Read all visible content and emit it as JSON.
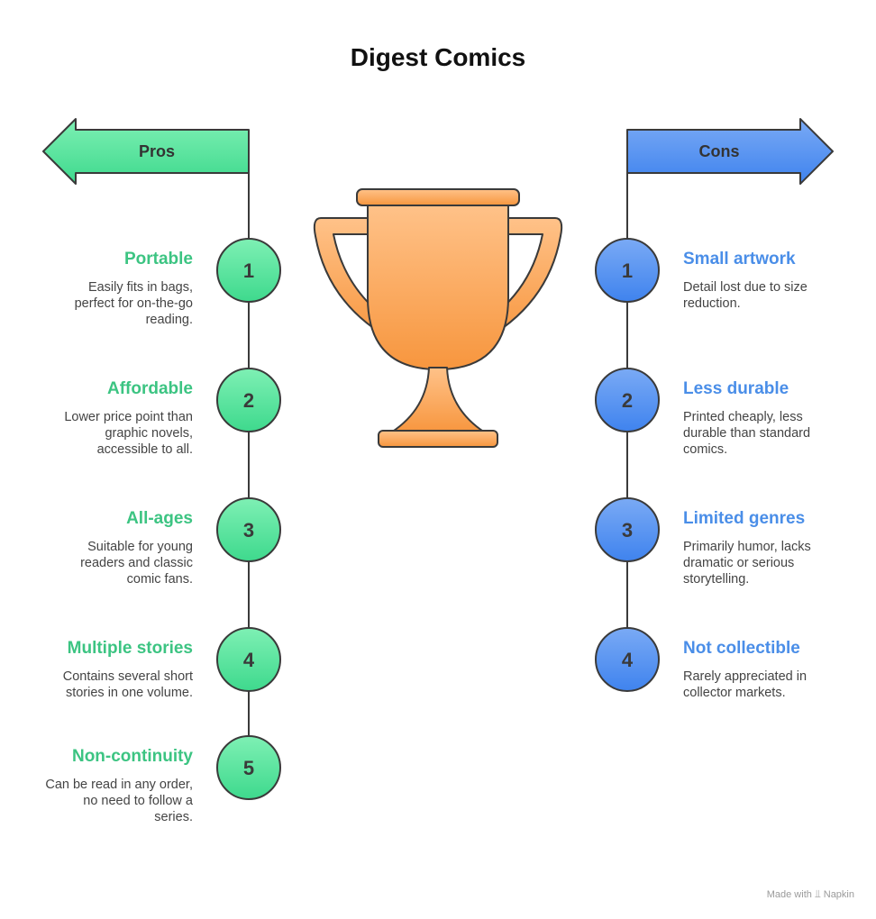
{
  "title": "Digest Comics",
  "pros": {
    "label": "Pros",
    "color": "#3cc482",
    "items": [
      {
        "number": "1",
        "title": "Portable",
        "desc_lines": [
          "Easily fits in bags,",
          "perfect for on-the-go",
          "reading."
        ]
      },
      {
        "number": "2",
        "title": "Affordable",
        "desc_lines": [
          "Lower price point than",
          "graphic novels,",
          "accessible to all."
        ]
      },
      {
        "number": "3",
        "title": "All-ages",
        "desc_lines": [
          "Suitable for young",
          "readers and classic",
          "comic fans."
        ]
      },
      {
        "number": "4",
        "title": "Multiple stories",
        "desc_lines": [
          "Contains several short",
          "stories in one volume."
        ]
      },
      {
        "number": "5",
        "title": "Non-continuity",
        "desc_lines": [
          "Can be read in any order,",
          "no need to follow a",
          "series."
        ]
      }
    ]
  },
  "cons": {
    "label": "Cons",
    "color": "#4a8ee8",
    "items": [
      {
        "number": "1",
        "title": "Small artwork",
        "desc_lines": [
          "Detail lost due to size",
          "reduction."
        ]
      },
      {
        "number": "2",
        "title": "Less durable",
        "desc_lines": [
          "Printed cheaply, less",
          "durable than standard",
          "comics."
        ]
      },
      {
        "number": "3",
        "title": "Limited genres",
        "desc_lines": [
          "Primarily humor, lacks",
          "dramatic or serious",
          "storytelling."
        ]
      },
      {
        "number": "4",
        "title": "Not collectible",
        "desc_lines": [
          "Rarely appreciated in",
          "collector markets."
        ]
      }
    ]
  },
  "center_icon": "trophy-icon",
  "footer": {
    "text": "Made with",
    "brand": "Napkin",
    "icon": "napkin-logo-icon"
  }
}
